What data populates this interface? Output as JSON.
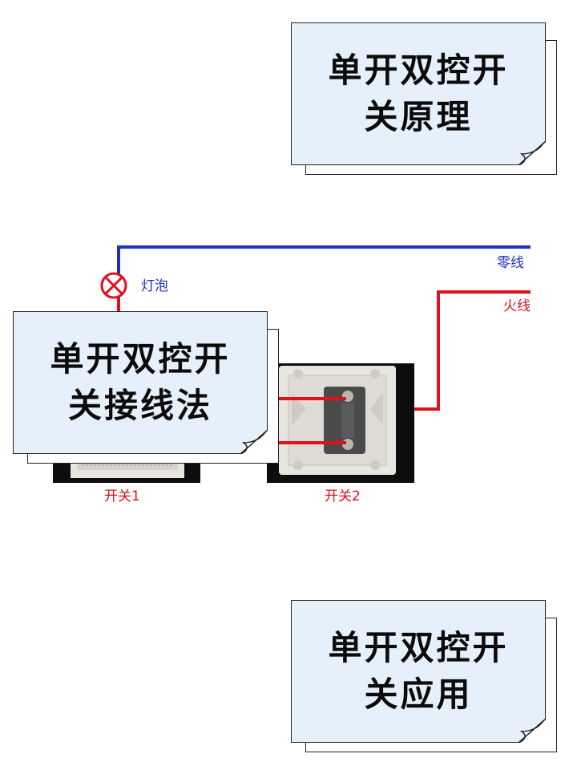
{
  "cards": {
    "principle": {
      "line1": "单开双控开",
      "line2": "关原理"
    },
    "wiring": {
      "line1": "单开双控开",
      "line2": "关接线法"
    },
    "usage": {
      "line1": "单开双控开",
      "line2": "关应用"
    }
  },
  "diagram": {
    "neutral_label": "零线",
    "live_label": "火线",
    "bulb_label": "灯泡",
    "switch1_label": "开关1",
    "switch2_label": "开关2",
    "colors": {
      "neutral": "#1f2fbf",
      "live": "#e0101c",
      "bulb": "#e0101c",
      "switch_bg": "#0d0d0d",
      "switch_plate": "#e7e5e0",
      "card_fill": "#e6f0fb"
    }
  }
}
